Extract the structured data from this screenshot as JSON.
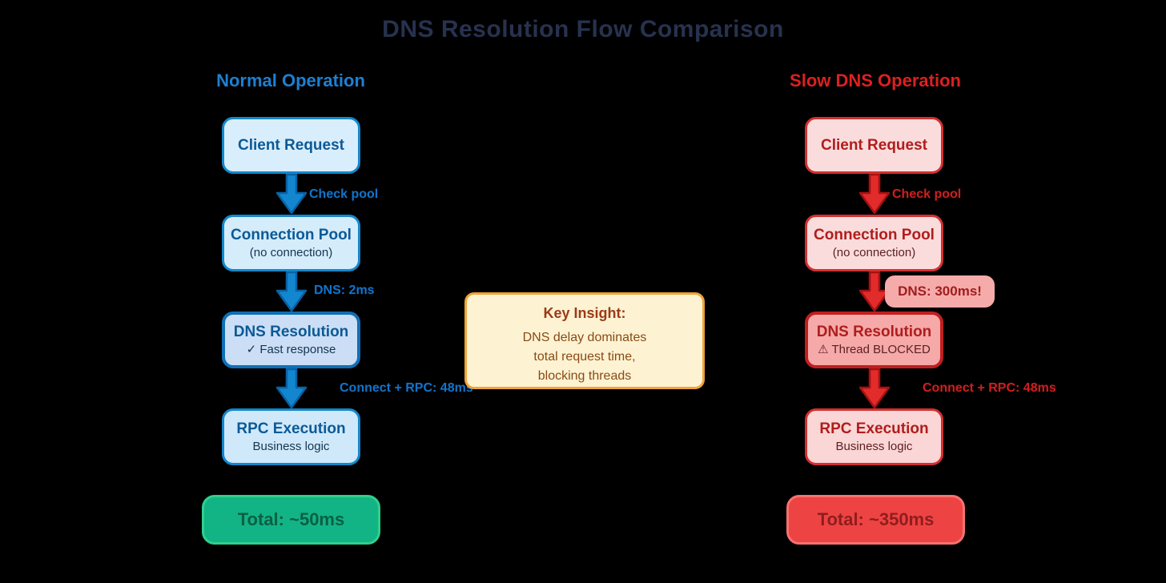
{
  "title": "DNS Resolution Flow Comparison",
  "colors": {
    "background": "#000000",
    "title_text": "#27324e",
    "normal_accent": "#1d80d2",
    "slow_accent": "#dd2020",
    "normal_box_fill": "#d9eefc",
    "normal_box_border": "#1487cb",
    "slow_box_fill": "#fbdcdc",
    "slow_box_border": "#d23030",
    "total_normal_fill": "#12b485",
    "total_slow_fill": "#ee4343",
    "insight_fill": "#fdf3d2",
    "insight_border": "#efa43a"
  },
  "normal": {
    "header": "Normal Operation",
    "nodes": [
      {
        "title": "Client Request"
      },
      {
        "title": "Connection Pool",
        "subtitle": "(no connection)"
      },
      {
        "title": "DNS Resolution",
        "subtitle": "✓ Fast response"
      },
      {
        "title": "RPC Execution",
        "subtitle": "Business logic"
      }
    ],
    "arrows": [
      {
        "label": "Check pool"
      },
      {
        "label": "DNS: 2ms"
      },
      {
        "label": "Connect + RPC: 48ms"
      }
    ],
    "total": "Total: ~50ms"
  },
  "slow": {
    "header": "Slow DNS Operation",
    "nodes": [
      {
        "title": "Client Request"
      },
      {
        "title": "Connection Pool",
        "subtitle": "(no connection)"
      },
      {
        "title": "DNS Resolution",
        "subtitle": "⚠ Thread BLOCKED"
      },
      {
        "title": "RPC Execution",
        "subtitle": "Business logic"
      }
    ],
    "arrows": [
      {
        "label": "Check pool"
      },
      {
        "label": "DNS: 300ms!"
      },
      {
        "label": "Connect + RPC: 48ms"
      }
    ],
    "total": "Total: ~350ms"
  },
  "insight": {
    "heading": "Key Insight:",
    "body_lines": [
      "DNS delay dominates",
      "total request time,",
      "blocking threads"
    ]
  }
}
